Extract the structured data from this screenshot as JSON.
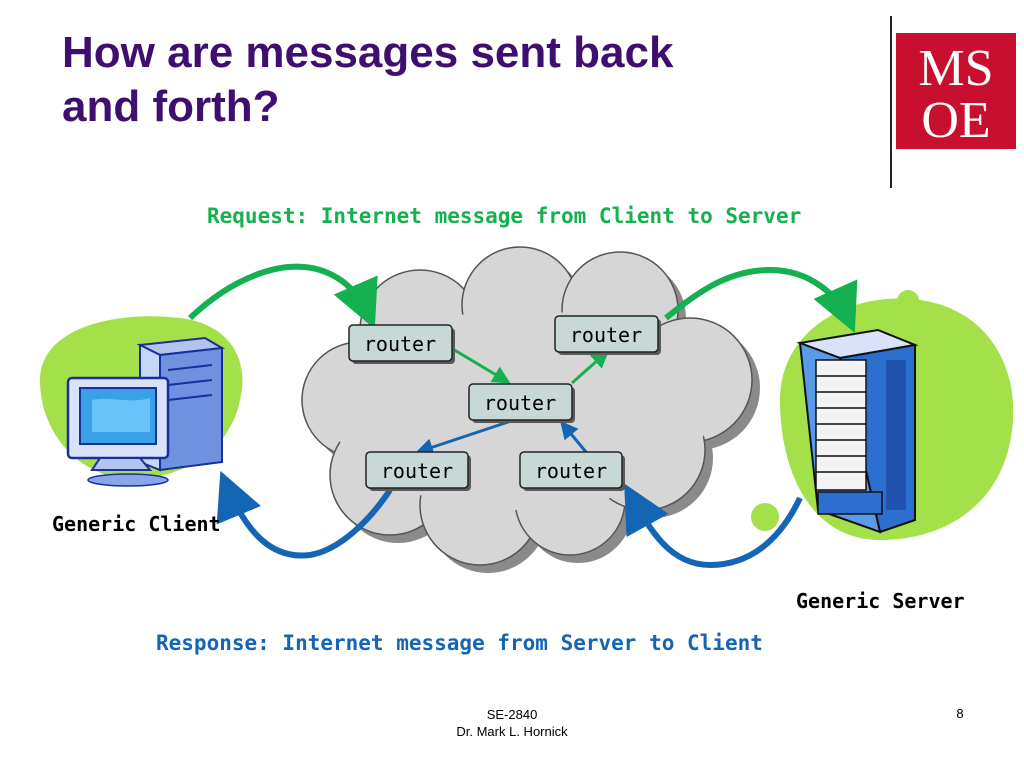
{
  "slide": {
    "title_line1": "How are messages sent back",
    "title_line2": "and forth?",
    "request_caption": "Request: Internet message from Client to Server",
    "response_caption": "Response: Internet message from Server to Client",
    "client_label": "Generic Client",
    "server_label": "Generic Server",
    "router_label": "router",
    "footer_course": "SE-2840",
    "footer_author": "Dr. Mark L. Hornick",
    "page_number": "8"
  },
  "logo": {
    "line1": "MS",
    "line2": "OE",
    "color": "#c8102e"
  },
  "colors": {
    "title": "#3f0f6f",
    "request_arrow": "#15b04f",
    "response_arrow": "#1565b5",
    "cloud": "#d6d6d6",
    "router_box": "#c8d8d6",
    "blob": "#a4e04a"
  }
}
